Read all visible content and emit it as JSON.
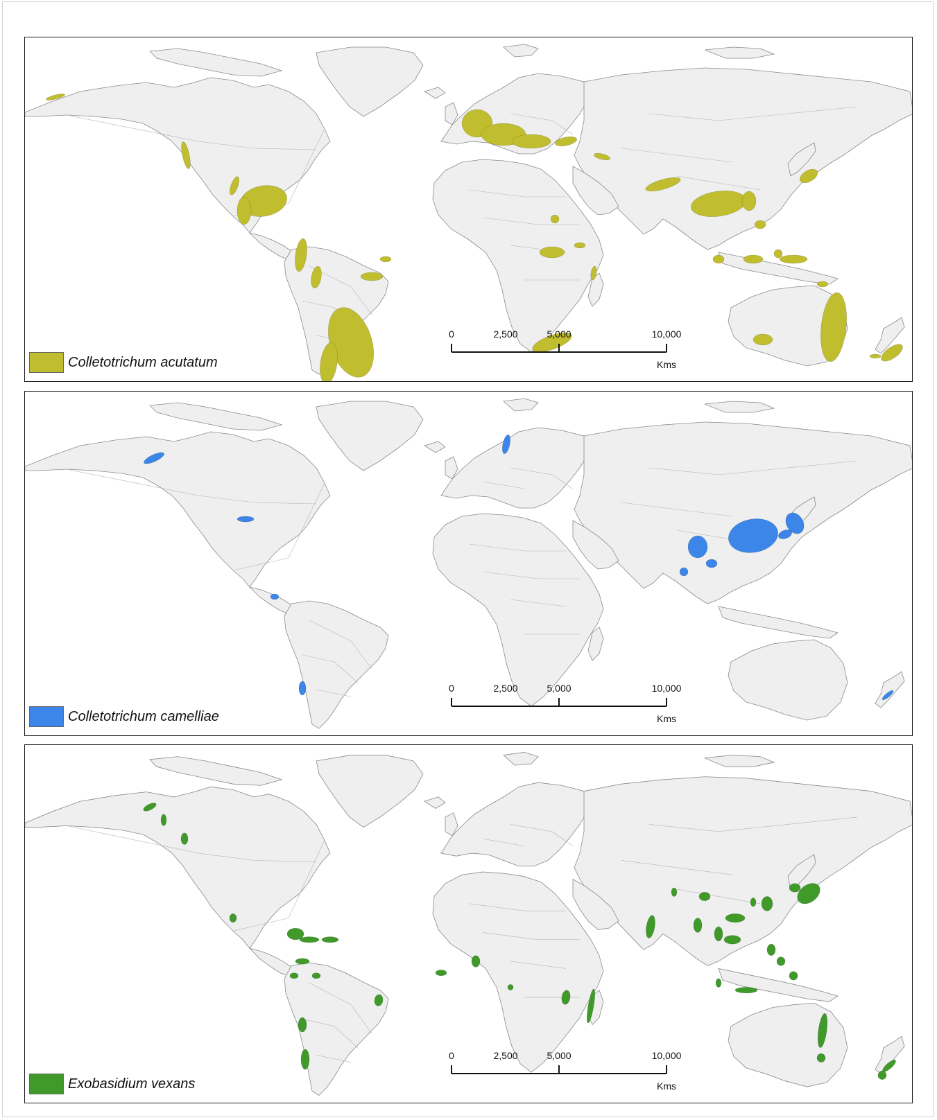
{
  "colors": {
    "land": "#efefef",
    "border": "#b4b4b4",
    "coast": "#8a8a8a"
  },
  "panels": [
    {
      "species": "Colletotrichum acutatum",
      "color": "#c0bd2f"
    },
    {
      "species": "Colletotrichum camelliae",
      "color": "#3b86e8"
    },
    {
      "species": "Exobasidium vexans",
      "color": "#3f9a2a"
    }
  ],
  "scale_bar": {
    "ticks": [
      "0",
      "2,500",
      "5,000",
      "10,000"
    ],
    "unit": "Kms"
  }
}
